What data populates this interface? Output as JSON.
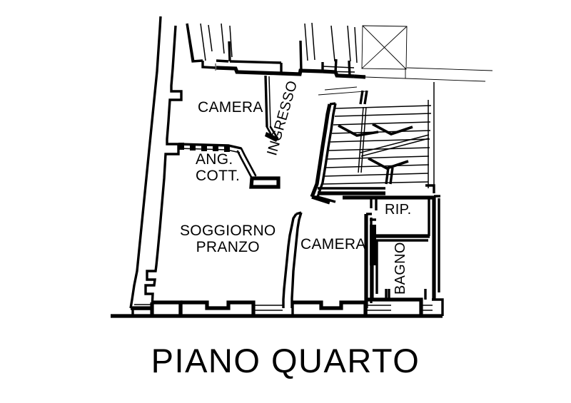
{
  "document": {
    "type": "architectural-floor-plan",
    "title": "PIANO QUARTO",
    "background_color": "#ffffff",
    "line_color": "#000000"
  },
  "rooms": [
    {
      "id": "camera-top",
      "label": "CAMERA",
      "name": "bedroom-upper"
    },
    {
      "id": "ang-cott",
      "label_line1": "ANG.",
      "label_line2": "COTT.",
      "name": "kitchenette-corner"
    },
    {
      "id": "soggiorno",
      "label_line1": "SOGGIORNO",
      "label_line2": "PRANZO",
      "name": "living-dining-room"
    },
    {
      "id": "camera-bot",
      "label": "CAMERA",
      "name": "bedroom-lower"
    },
    {
      "id": "ingresso",
      "label": "INGRESSO",
      "name": "entrance-hall"
    },
    {
      "id": "rip",
      "label": "RIP.",
      "name": "storage-closet"
    },
    {
      "id": "bagno",
      "label": "BAGNO",
      "name": "bathroom"
    }
  ],
  "labels": {
    "camera_top": "CAMERA",
    "ang_line1": "ANG.",
    "ang_line2": "COTT.",
    "soggiorno_line1": "SOGGIORNO",
    "soggiorno_line2": "PRANZO",
    "camera_bottom": "CAMERA",
    "ingresso": "INGRESSO",
    "rip": "RIP.",
    "bagno": "BAGNO"
  },
  "features": {
    "staircase": "stair-run-with-direction-arrows",
    "shaft": "square-shaft-with-diagonal-cross",
    "doors": [
      "camera-top-door",
      "ang-cott-door",
      "bagno-door",
      "rip-door"
    ],
    "windows": [
      "soggiorno-window-1",
      "soggiorno-window-2",
      "camera-window",
      "bagno-window"
    ]
  }
}
